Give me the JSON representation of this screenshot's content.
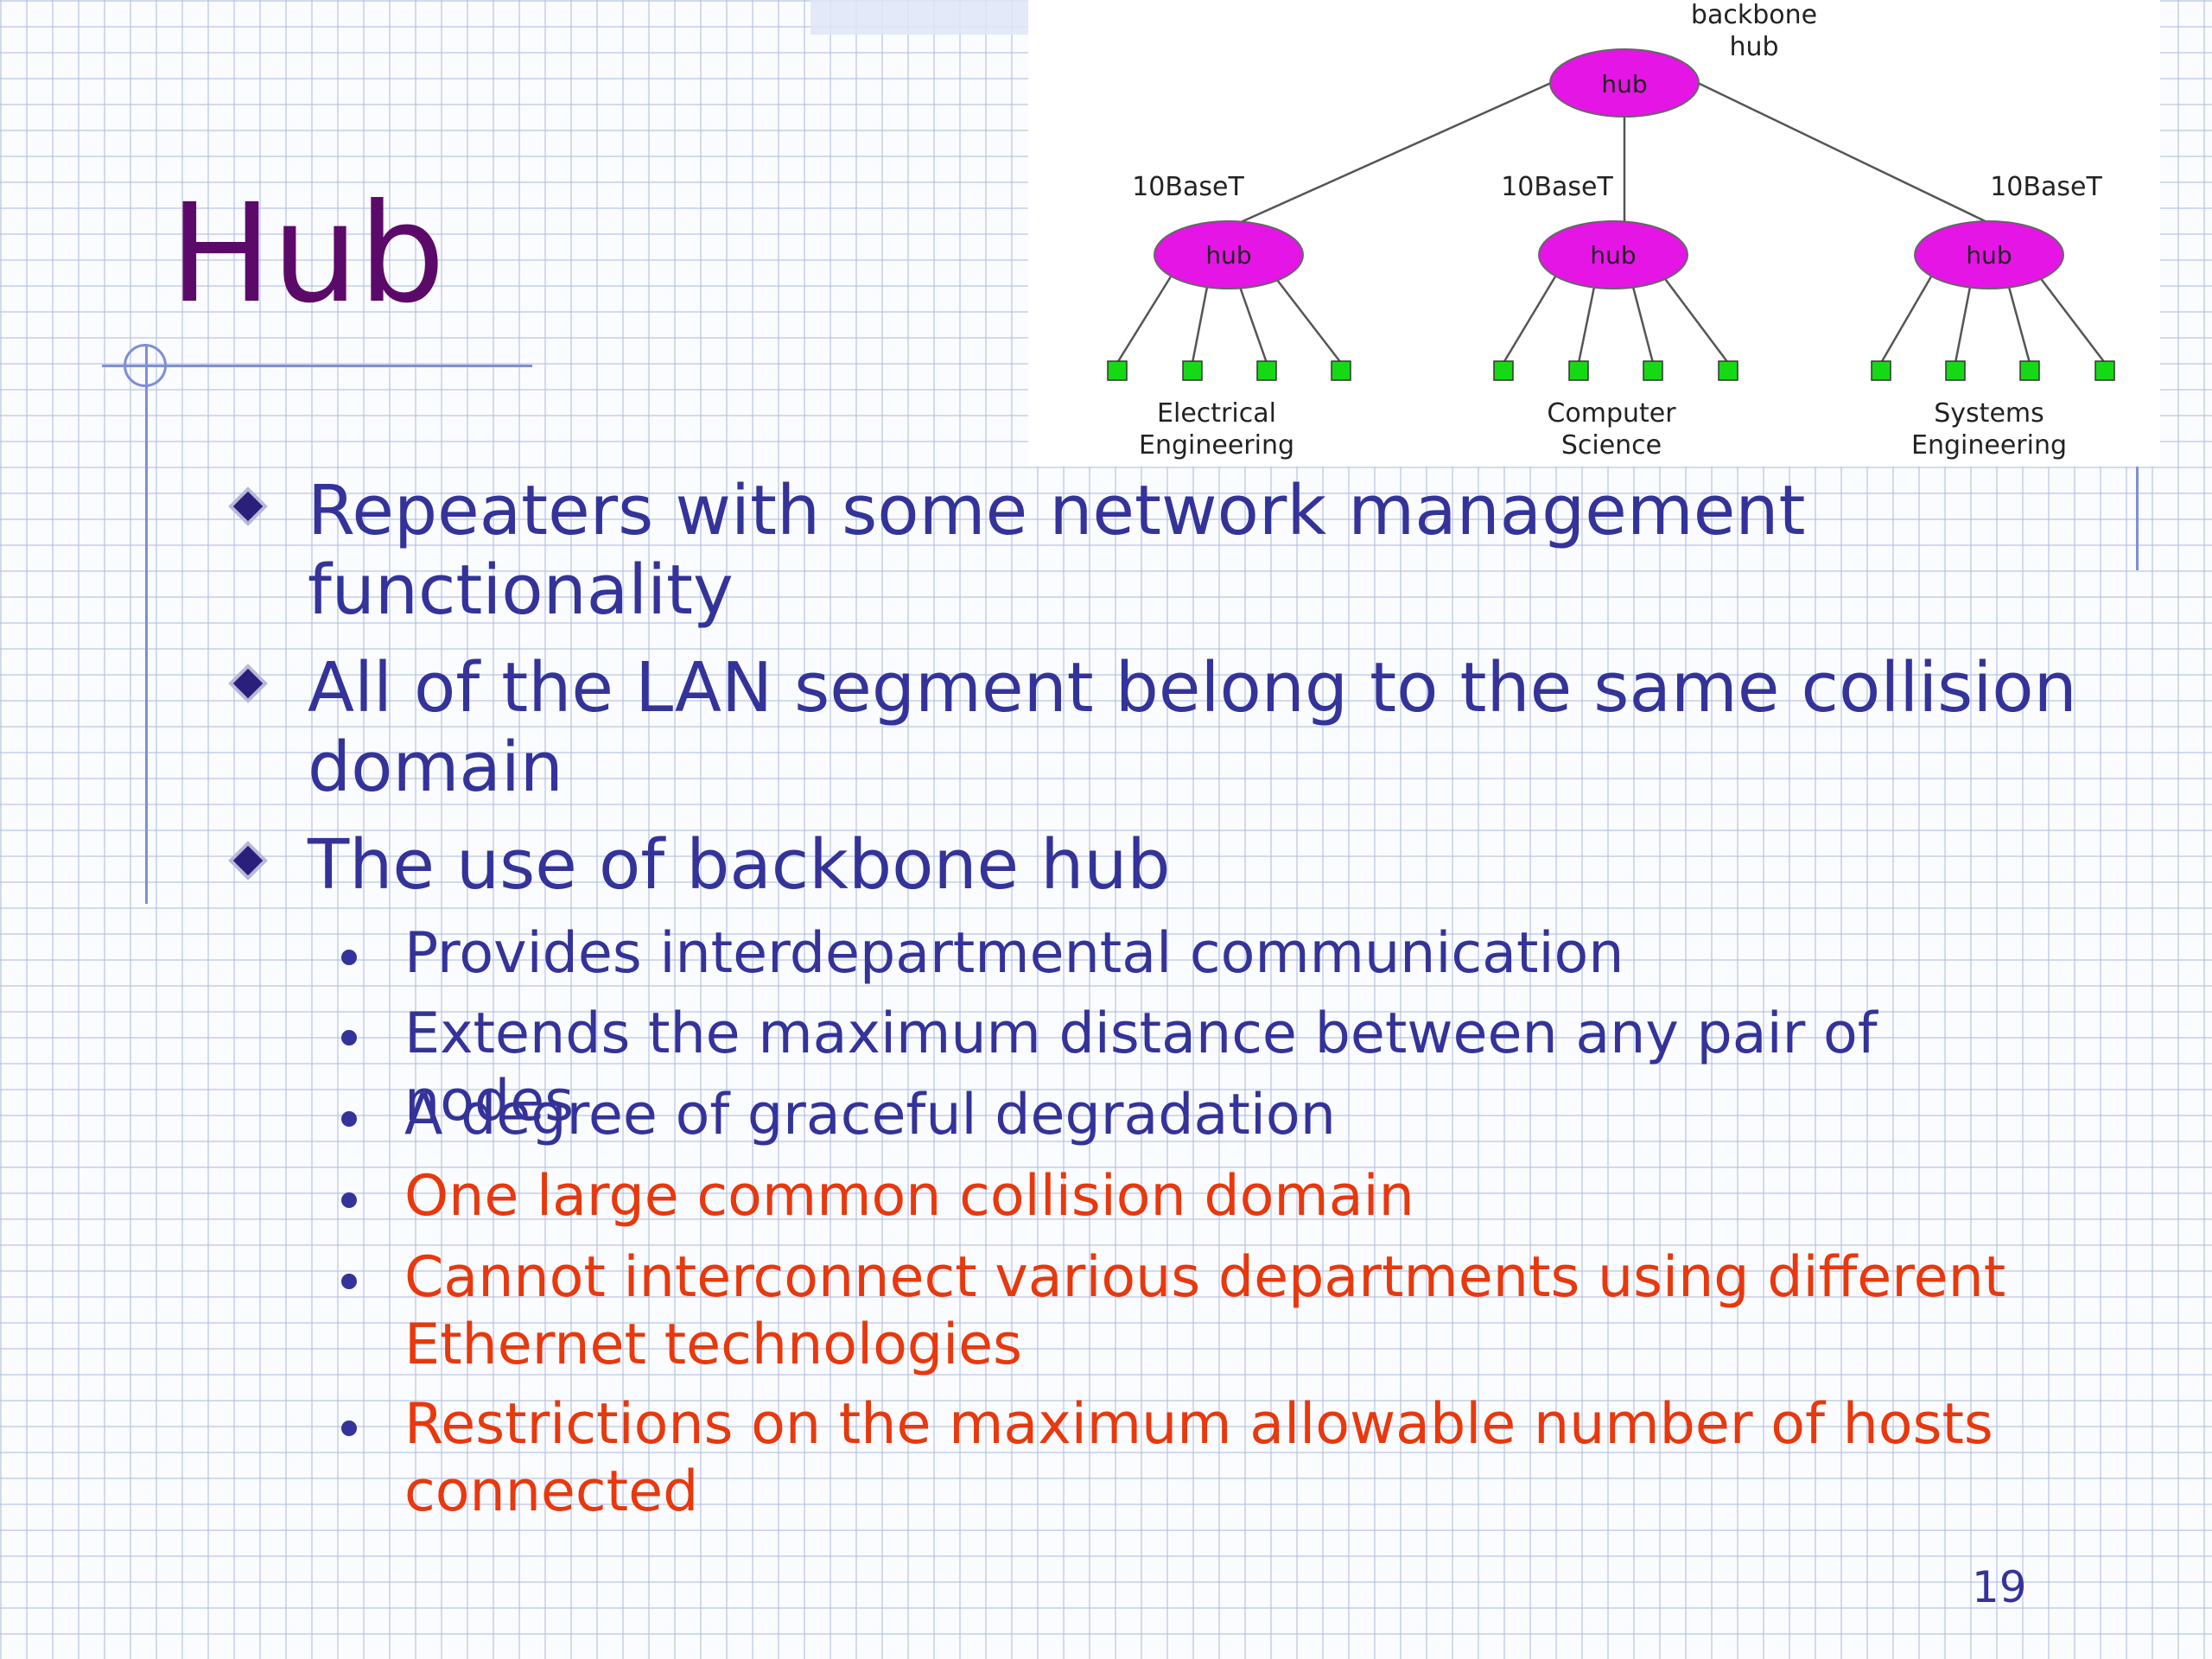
{
  "slide": {
    "title": "Hub",
    "page_number": "19",
    "colors": {
      "title": "#5c0a6a",
      "body_text": "#333399",
      "highlight_text": "#e8380d",
      "hub_fill": "#e515e5",
      "host_fill": "#16d916",
      "rule_line": "#7f8fd6"
    }
  },
  "diagram": {
    "backbone_label": [
      "backbone",
      "hub"
    ],
    "hub_label": "hub",
    "link_label": "10BaseT",
    "departments": [
      {
        "name": [
          "Electrical",
          "Engineering"
        ],
        "hosts": 4
      },
      {
        "name": [
          "Computer",
          "Science"
        ],
        "hosts": 4
      },
      {
        "name": [
          "Systems",
          "Engineering"
        ],
        "hosts": 4
      }
    ]
  },
  "bullets": [
    {
      "text": "Repeaters with some network management functionality",
      "icon": "diamond-bullet-icon"
    },
    {
      "text": "All of the LAN segment belong to the same collision domain",
      "icon": "diamond-bullet-icon"
    },
    {
      "text": "The use of backbone hub",
      "icon": "diamond-bullet-icon"
    }
  ],
  "sub_bullets": [
    {
      "text": "Provides interdepartmental communication",
      "highlight": false
    },
    {
      "text": "Extends the maximum distance between any pair of nodes",
      "highlight": false
    },
    {
      "text": "A degree of graceful degradation",
      "highlight": false
    },
    {
      "text": "One large common collision domain",
      "highlight": true
    },
    {
      "text": "Cannot interconnect various departments using different Ethernet technologies",
      "highlight": true
    },
    {
      "text": "Restrictions on the maximum allowable number of hosts connected",
      "highlight": true
    }
  ]
}
